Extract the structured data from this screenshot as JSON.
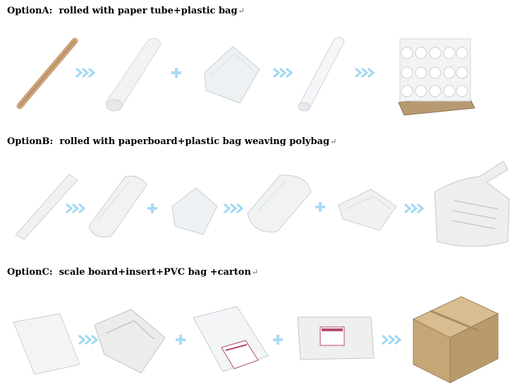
{
  "option_a": {
    "label": "OptionA:",
    "text": "rolled with paper tube+plastic bag",
    "return_mark": "↵"
  },
  "option_b": {
    "label": "OptionB:",
    "text": "rolled with paperboard+plastic bag weaving polybag",
    "return_mark": "↵"
  },
  "option_c": {
    "label": "OptionC:",
    "text": "scale board+insert+PVC bag +carton",
    "return_mark": "↵"
  },
  "colors": {
    "arrow": "#9fd8f2",
    "plus": "#a9dcf4",
    "text": "#000000"
  },
  "icons": [
    "double-chevron-arrow-icon",
    "plus-icon"
  ]
}
